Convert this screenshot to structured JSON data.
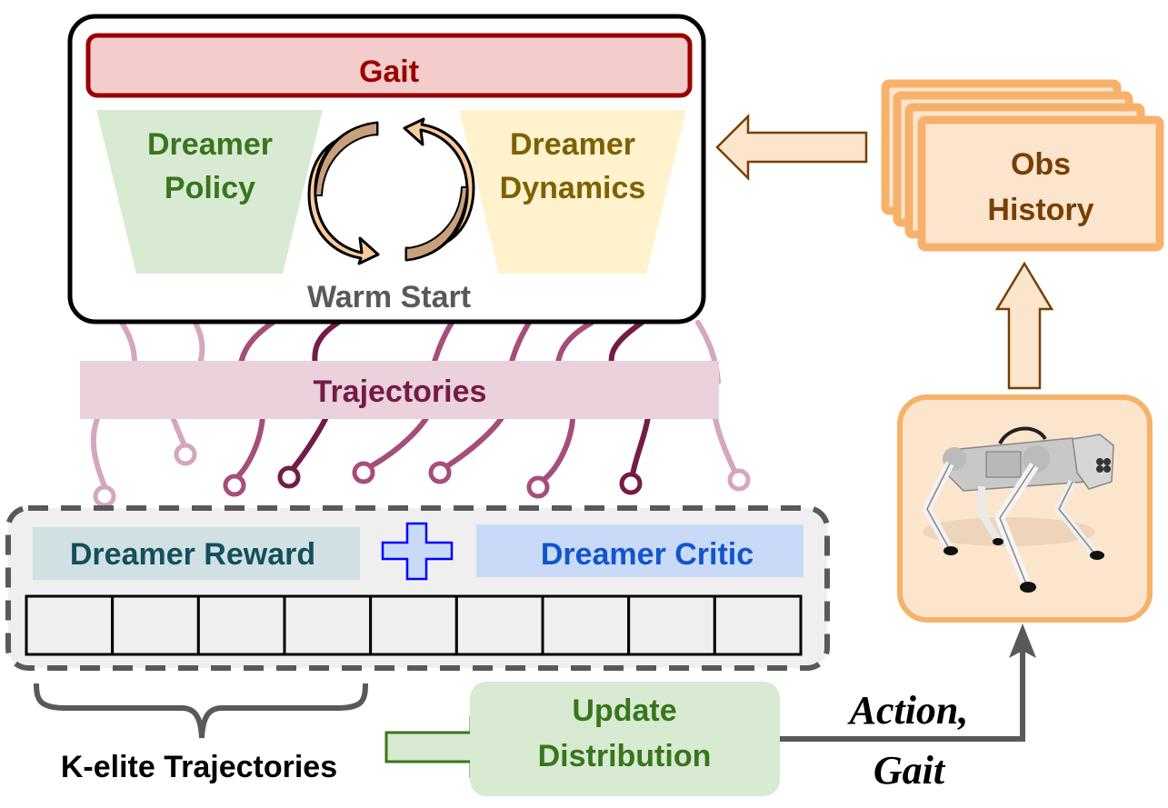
{
  "gait_bar": {
    "label": "Gait",
    "text_color": "#990000",
    "fill": "#f4cccc",
    "stroke": "#990000"
  },
  "dreamer_policy": {
    "line1": "Dreamer",
    "line2": "Policy",
    "text_color": "#38761d",
    "fill": "#d9ead3"
  },
  "dreamer_dynamics": {
    "line1": "Dreamer",
    "line2": "Dynamics",
    "text_color": "#7f6000",
    "fill": "#fff2cc"
  },
  "warm_start": {
    "label": "Warm Start",
    "text_color": "#595959"
  },
  "obs_history": {
    "line1": "Obs",
    "line2": "History",
    "text_color": "#783f04",
    "fill": "#fce5cd",
    "stroke": "#f6b26b"
  },
  "trajectories": {
    "label": "Trajectories",
    "text_color": "#741b47",
    "fill": "#ead1dc"
  },
  "trajectory_colors": [
    "#d5a6bd",
    "#d5a6bd",
    "#a64d79",
    "#741b47",
    "#a64d79",
    "#a64d79",
    "#a64d79",
    "#741b47",
    "#d5a6bd"
  ],
  "evaluation": {
    "reward_label": "Dreamer Reward",
    "reward_text_color": "#134f5c",
    "reward_fill": "#d0e0e3",
    "critic_label": "Dreamer Critic",
    "critic_text_color": "#1155cc",
    "critic_fill": "#c9daf8",
    "plus_symbol": "plus",
    "slot_count": 9
  },
  "k_elite": {
    "label": "K-elite Trajectories"
  },
  "update_distribution": {
    "line1": "Update",
    "line2": "Distribution",
    "text_color": "#38761d",
    "fill": "#d9ead3"
  },
  "action_gait": {
    "line1": "Action,",
    "line2": "Gait"
  },
  "robot": {
    "description": "quadruped robot",
    "fill": "#fce5cd",
    "stroke": "#f6b26b"
  }
}
